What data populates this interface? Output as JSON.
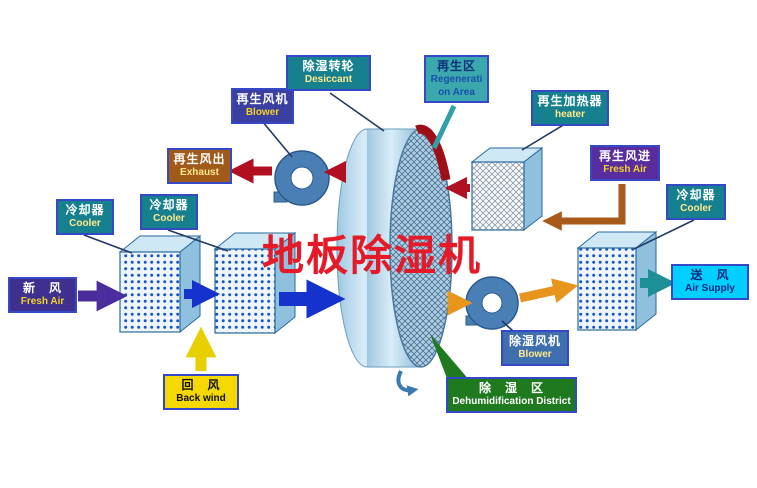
{
  "watermark": "地板除湿机",
  "palette": {
    "supply_flow_blue": "#1533cc",
    "regen_flow_red": "#b01020",
    "regen_in_brown": "#a85a1a",
    "process_orange": "#e8951e",
    "fresh_air_purple": "#4b2d9e",
    "back_wind_yellow": "#e8cf00",
    "supply_out_teal": "#1d8f96",
    "box_border_blue": "#3448c8",
    "teal_box": "#17808e",
    "green_box": "#1f7a1f"
  },
  "labels": {
    "regen_blower": {
      "zh": "再生风机",
      "en": "Blower"
    },
    "desiccant_wheel": {
      "zh": "除湿转轮",
      "en": "Desiccant"
    },
    "regen_area": {
      "zh": "再生区",
      "en": "Regeneration Area"
    },
    "regen_heater": {
      "zh": "再生加热器",
      "en": "heater"
    },
    "regen_exhaust": {
      "zh": "再生风出",
      "en": "Exhaust"
    },
    "cooler_left_1": {
      "zh": "冷却器",
      "en": "Cooler"
    },
    "cooler_left_2": {
      "zh": "冷却器",
      "en": "Cooler"
    },
    "cooler_right": {
      "zh": "冷却器",
      "en": "Cooler"
    },
    "fresh_air": {
      "zh": "新　风",
      "en": "Fresh Air"
    },
    "back_wind": {
      "zh": "回　风",
      "en": "Back wind"
    },
    "regen_fresh_air": {
      "zh": "再生风进",
      "en": "Fresh Air"
    },
    "air_supply": {
      "zh": "送　风",
      "en": "Air Supply"
    },
    "dehumid_blower": {
      "zh": "除湿风机",
      "en": "Blower"
    },
    "dehumid_district": {
      "zh": "除　湿　区",
      "en": "Dehumidification District"
    }
  }
}
